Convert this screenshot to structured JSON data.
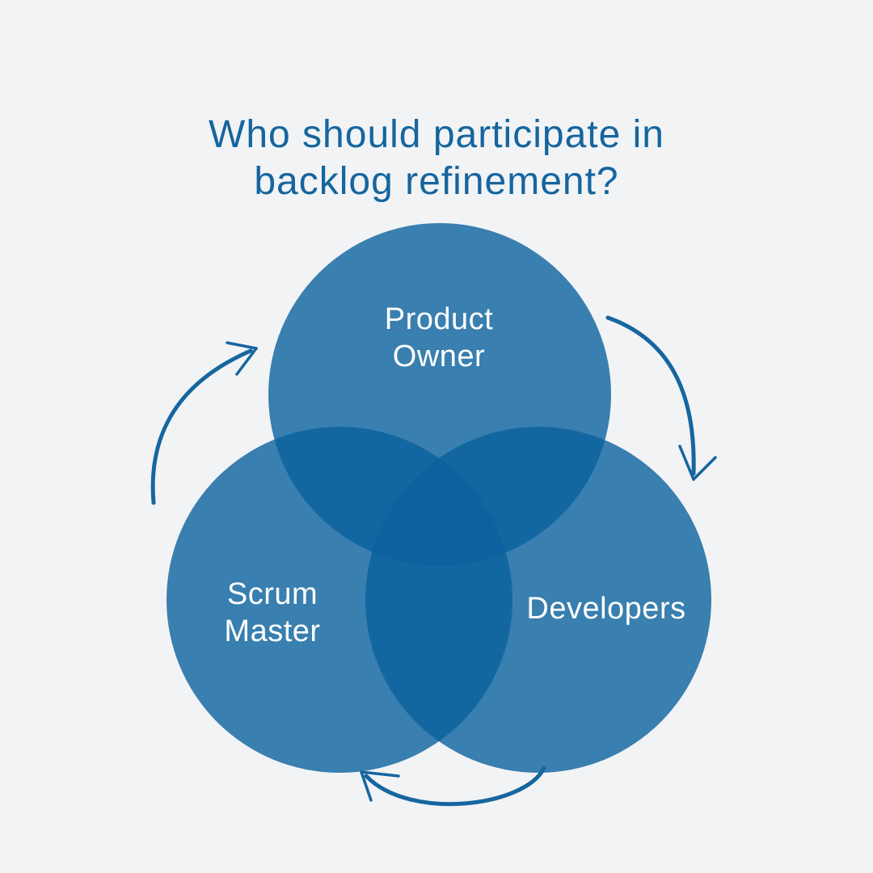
{
  "title": {
    "text": "Who should participate in backlog refinement?"
  },
  "venn": {
    "circles": [
      {
        "id": "product-owner",
        "label": "Product Owner",
        "position": "top"
      },
      {
        "id": "scrum-master",
        "label": "Scrum Master",
        "position": "bottom-left"
      },
      {
        "id": "developers",
        "label": "Developers",
        "position": "bottom-right"
      }
    ]
  },
  "arrows": {
    "color": "#16669f",
    "items": [
      {
        "name": "left-arrow",
        "description": "curved arrow pointing up toward top circle"
      },
      {
        "name": "right-arrow",
        "description": "curved arrow pointing down toward bottom-right circle"
      },
      {
        "name": "bottom-arrow",
        "description": "curved arrow pointing left toward bottom-left circle"
      }
    ]
  },
  "colors": {
    "background": "#f2f3f5",
    "title_text": "#15659e",
    "circle_fill": "#0a619e",
    "circle_opacity": "0.8",
    "circle_single_shade": "#3580a9",
    "overlap_two_shade": "#1b6da0",
    "overlap_three_shade": "#0f619d",
    "label_text": "#ffffff",
    "arrow": "#16669f"
  }
}
